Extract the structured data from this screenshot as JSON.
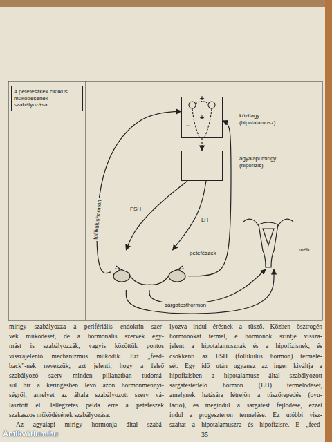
{
  "diagram": {
    "nodes": [
      {
        "text": [
          "A petefészkek ciklikus működésének szabályozása"
        ]
      },
      {
        "text": [
          "köztiagy (hipotalamusz)"
        ]
      },
      {
        "text": [
          "agyalapi mirigy (hipofízis)"
        ]
      },
      {
        "text": [
          "petefészek"
        ]
      },
      {
        "text": [
          "méh"
        ]
      }
    ],
    "edges": [
      {
        "from": 1,
        "to": 2,
        "arrow": "to"
      },
      {
        "from": 2,
        "to": 3,
        "label": "FSH",
        "arrow": "to"
      },
      {
        "from": 2,
        "to": 3,
        "label": "LH",
        "arrow": "to"
      },
      {
        "from": 3,
        "to": 1,
        "label": "follikulushormon",
        "arrow": "to"
      },
      {
        "from": 3,
        "to": 4,
        "label": "sárgatesthormon",
        "arrow": "to"
      },
      {
        "from": 3,
        "to": 1,
        "arrow": "to"
      },
      {
        "from": 3,
        "to": 4,
        "arrow": "to"
      }
    ],
    "labels": [
      "+",
      "+",
      "−",
      "mirigy szabályozza a perifériális endokrin szer-",
      "vek működését, de a hormonális szervek egy-",
      "mást is szabályozzák, vagyis közöttük pontos",
      "visszajelentő mechanizmus működik. Ezt „feed-",
      "back”-nek nevezzük; azt jelenti, hogy a felső",
      "szabályozó szerv minden pillanatban tudomá-",
      "sul bír a keringésben levő azon hormonmennyi-",
      "ségről, amelyet az általa szabályozott szerv vá-",
      "lasztott el. Jellegzetes példa erre a petefészek",
      "szakaszos működésének szabályozása.",
      "Az agyalapi mirigy hormonja által szabá-",
      "lyozva indul érésnek a tüsző. Közben ösztrogén",
      "hormonokat termel, e hormonok szintje vissza-",
      "jelent a hipotalamusznak és a hipofízisnek, és",
      "csökkenti az FSH (follikulus hormon) termelé-",
      "sét. Egy idő után ugyanez az inger kiváltja a",
      "hipofízisben a hipotalamusz által szabályozott",
      "sárgatestérlelő hormon (LH) termelődését,",
      "amelynek hatására létrejön a tüszőrepedés (ovu-",
      "láció), és megindul a sárgatest fejlődése, ezzel",
      "indul a progeszteron termelése. Ez utóbbi visz-",
      "szahat a hipotalamuszra és hipofízisre. E „feed-",
      "35",
      "Antikvárium.hu"
    ]
  }
}
